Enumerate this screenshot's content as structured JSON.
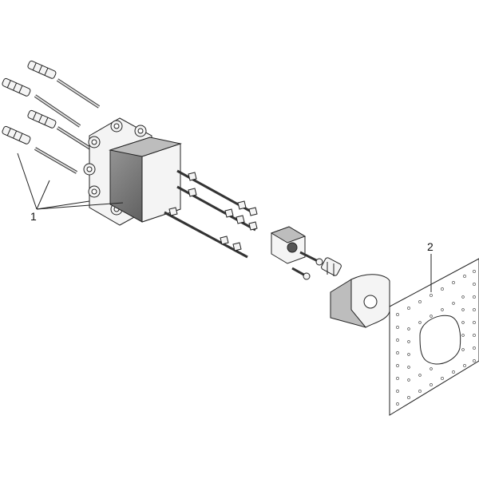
{
  "callouts": [
    {
      "id": "1",
      "text": "1"
    },
    {
      "id": "2",
      "text": "2"
    }
  ],
  "colors": {
    "line": "#222222",
    "fill_light": "#f4f4f4",
    "fill_mid": "#bdbdbd",
    "fill_dark": "#555555"
  }
}
